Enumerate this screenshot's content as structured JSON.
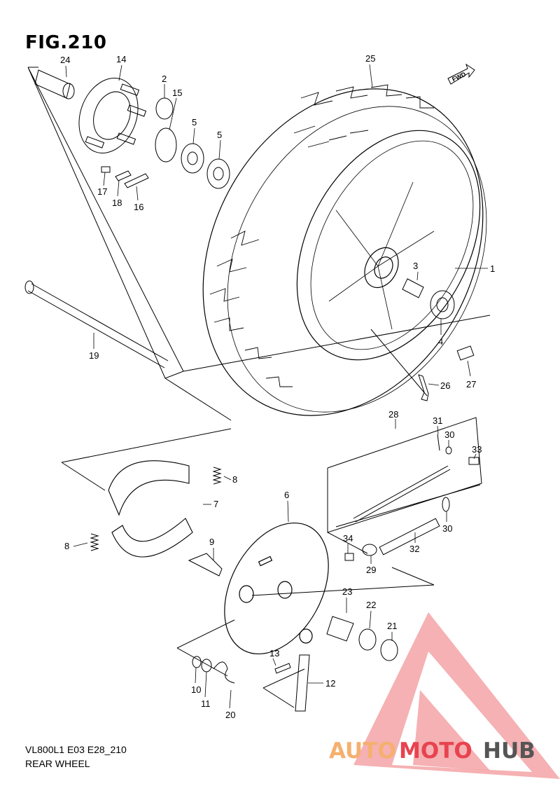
{
  "figure": {
    "title": "FIG.210",
    "model_code": "VL800L1 E03 E28_210",
    "section_title": "REAR WHEEL",
    "direction_label": "FWD"
  },
  "callouts": {
    "c1": "1",
    "c2": "2",
    "c3": "3",
    "c4": "4",
    "c5a": "5",
    "c5b": "5",
    "c6": "6",
    "c7": "7",
    "c8a": "8",
    "c8b": "8",
    "c9": "9",
    "c10": "10",
    "c11": "11",
    "c12": "12",
    "c13": "13",
    "c14": "14",
    "c15": "15",
    "c16": "16",
    "c17": "17",
    "c18": "18",
    "c19": "19",
    "c20": "20",
    "c21": "21",
    "c22": "22",
    "c23": "23",
    "c24": "24",
    "c25": "25",
    "c26": "26",
    "c27": "27",
    "c28": "28",
    "c29": "29",
    "c30a": "30",
    "c30b": "30",
    "c31": "31",
    "c32": "32",
    "c33": "33",
    "c34": "34"
  },
  "watermark": {
    "part1": "AUTO",
    "part2": "MOTO",
    "part3": "HUB",
    "color_light": "#f5b070",
    "color_red": "#e8434f",
    "color_dark": "#555555",
    "logo_color": "#f08a8f"
  }
}
